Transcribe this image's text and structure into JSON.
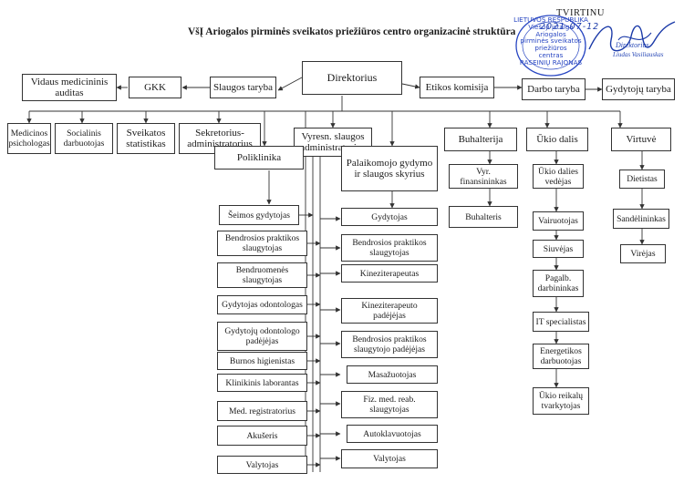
{
  "title": "VšĮ Ariogalos pirminės sveikatos priežiūros centro organizacinė struktūra",
  "approval": {
    "word": "TVIRTINU",
    "date": "2021-07-12",
    "signer_role": "Direktorius",
    "signer_name": "Liudas Vasiliauskas"
  },
  "stamp": {
    "text": "LIETUVOS RESPUBLIKA\nViešoji įstaiga\nAriogalos\npirminės sveikatos\npriežiūros\ncentras\nRASEINIŲ RAJONAS",
    "color": "#2846c2"
  },
  "boxes": {
    "director": "Direktorius",
    "internal_audit": "Vidaus medicininis\nauditas",
    "gkk": "GKK",
    "nursing_council": "Slaugos taryba",
    "ethics": "Etikos komisija",
    "work_council": "Darbo taryba",
    "doctors_council": "Gydytojų taryba",
    "med_psychologist": "Medicinos\npsichologas",
    "social_worker": "Socialinis\ndarbuotojas",
    "health_stats": "Sveikatos\nstatistikas",
    "secretary": "Sekretorius-\nadministratorius",
    "senior_nursing_admin": "Vyresn. slaugos\nadministratorius",
    "accounting": "Buhalterija",
    "household": "Ūkio dalis",
    "kitchen": "Virtuvė",
    "polyclinic": "Poliklinika",
    "palliative": "Palaikomojo gydymo\nir slaugos skyrius",
    "chief_accountant": "Vyr.\nfinansininkas",
    "household_head": "Ūkio dalies\nvedėjas",
    "dietitian": "Dietistas",
    "accountant": "Buhalteris",
    "driver": "Vairuotojas",
    "warehouse": "Sandėlininkas",
    "tailor": "Siuvėjas",
    "cook": "Virėjas",
    "aux_worker": "Pagalb.\ndarbininkas",
    "it": "IT specialistas",
    "energy": "Energetikos\ndarbuotojas",
    "household_admin": "Ūkio reikalų\ntvarkytojas",
    "family_doctor": "Šeimos gydytojas",
    "gp_nurse_l": "Bendrosios praktikos\nslaugytojas",
    "community_nurse": "Bendruomenės\nslaugytojas",
    "dentist": "Gydytojas odontologas",
    "dentist_assistant": "Gydytojų odontologo\npadėjėjas",
    "oral_hygienist": "Burnos higienistas",
    "lab": "Klinikinis laborantas",
    "registrar": "Med. registratorius",
    "midwife": "Akušeris",
    "cleaner_l": "Valytojas",
    "doctor_r": "Gydytojas",
    "gp_nurse_r": "Bendrosios praktikos\nslaugytojas",
    "physio": "Kineziterapeutas",
    "physio_assistant": "Kineziterapeuto\npadėjėjas",
    "nurse_assistant": "Bendrosios praktikos\nslaugytojo padėjėjas",
    "masseur": "Masažuotojas",
    "rehab_nurse": "Fiz. med. reab.\nslaugytojas",
    "autoclave": "Autoklavuotojas",
    "cleaner_r": "Valytojas"
  },
  "colors": {
    "line": "#333333",
    "box_border": "#333333",
    "ink": "#1b3aa8"
  }
}
